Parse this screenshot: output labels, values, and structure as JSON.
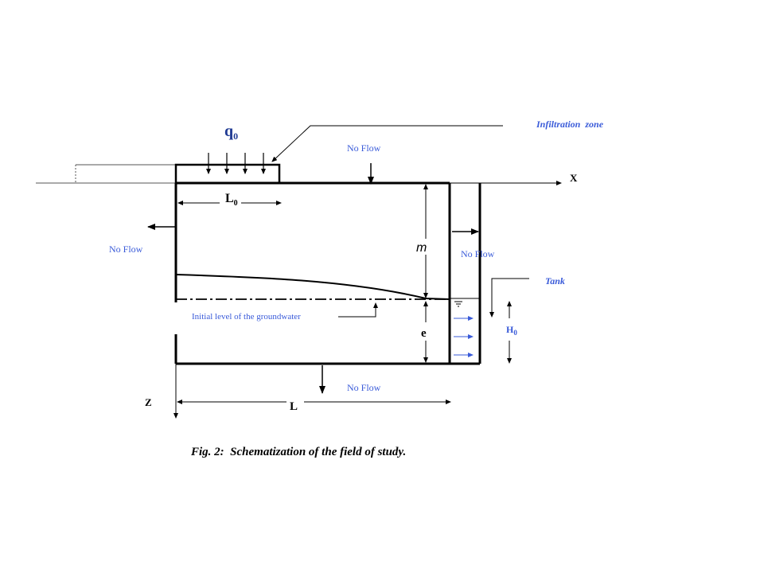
{
  "colors": {
    "accent_blue": "#3a5bd9",
    "ink": "#000000"
  },
  "labels": {
    "q0_main": "q",
    "q0_sub": "0",
    "infiltration_zone": "Infiltration  zone",
    "no_flow_top": "No Flow",
    "no_flow_left": "No Flow",
    "no_flow_right": "No Flow",
    "no_flow_bottom": "No Flow",
    "x_axis": "X",
    "z_axis": "Z",
    "l0_main": "L",
    "l0_sub": "0",
    "m": "m",
    "e": "e",
    "tank": "Tank",
    "h0_main": "H",
    "h0_sub": "0",
    "initial_level": "Initial level of the groundwater",
    "length": "L"
  },
  "caption": "Fig. 2:  Schematization of the field of study."
}
